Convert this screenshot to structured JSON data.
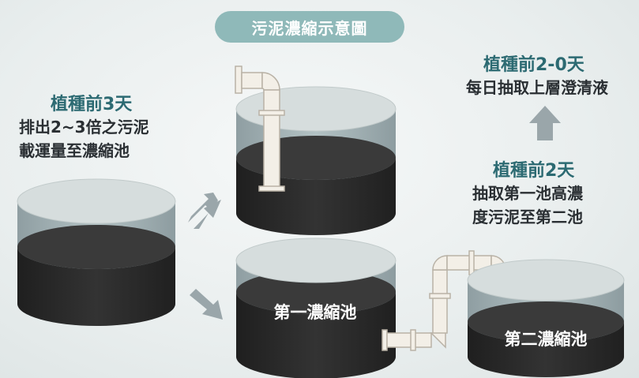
{
  "title": "污泥濃縮示意圖",
  "step_left": {
    "heading": "植種前3天",
    "line1": "排出2~3倍之污泥",
    "line2": "載運量至濃縮池"
  },
  "step_right_top": {
    "heading": "植種前2-0天",
    "line1": "每日抽取上層澄清液"
  },
  "step_right_mid": {
    "heading": "植種前2天",
    "line1": "抽取第一池高濃",
    "line2": "度污泥至第二池"
  },
  "tank_labels": {
    "first": "第一濃縮池",
    "second": "第二濃縮池"
  },
  "colors": {
    "pill": "#8fb9b9",
    "heading": "#2c6a72",
    "sludge": "#2d2d2d",
    "water": "#a9b8bb",
    "arrow": "#9aa6aa",
    "pipe": "#f3efe7"
  }
}
